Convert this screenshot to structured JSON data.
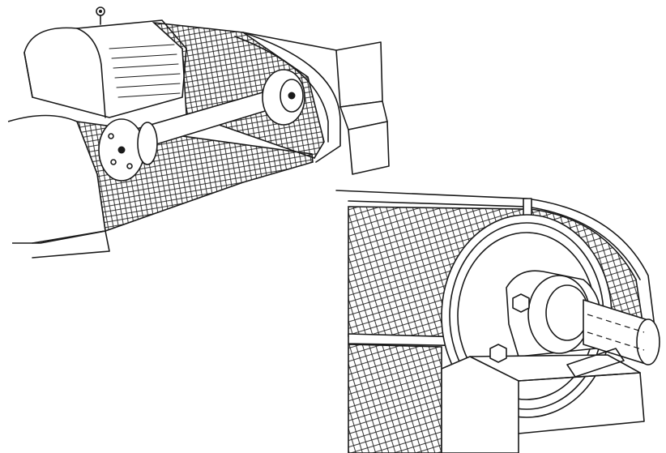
{
  "figure": {
    "background_color": "#ffffff",
    "ink_color": "#1a1a1a",
    "panels": [
      {
        "id": "shaft-coupling-guard",
        "depicts": "motor-and-shaft-with-mesh-guard"
      },
      {
        "id": "pulley-guard-detail",
        "depicts": "pulley-and-bearing-with-mesh-guard"
      }
    ]
  }
}
